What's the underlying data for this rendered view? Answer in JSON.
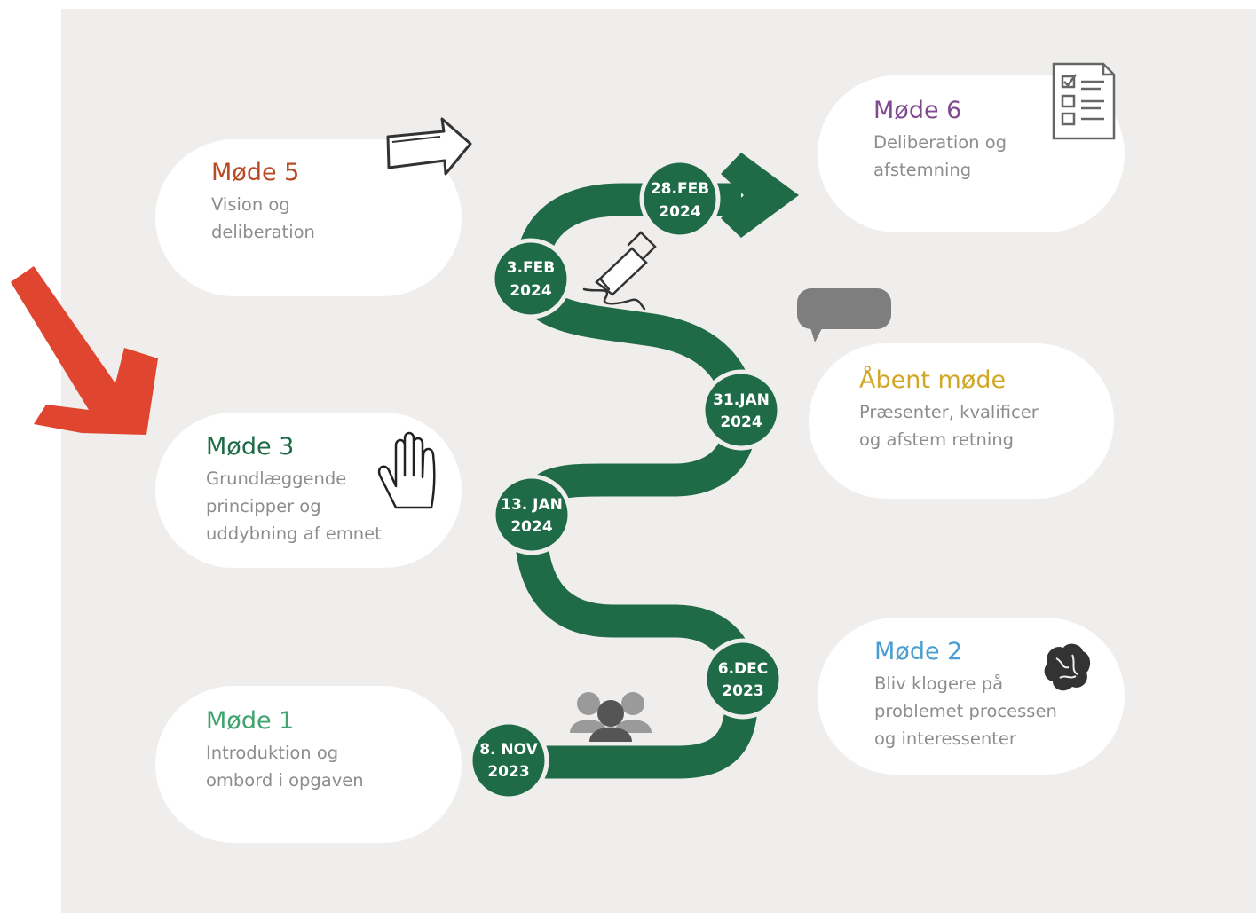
{
  "colors": {
    "path": "#1f6b47",
    "red_arrow": "#e0452f",
    "mode1": "#3fa46e",
    "mode2": "#4b9ed1",
    "mode3": "#1f6b47",
    "open": "#d2a726",
    "mode5": "#b84a26",
    "mode6": "#7f4b8e"
  },
  "meetings": {
    "mode1": {
      "title": "Møde 1",
      "lines": [
        "Introduktion og",
        "ombord i opgaven"
      ],
      "icon": "people-icon"
    },
    "mode2": {
      "title": "Møde 2",
      "lines": [
        "Bliv klogere på",
        "problemet processen",
        "og interessenter"
      ],
      "icon": "brain-icon"
    },
    "mode3": {
      "title": "Møde 3",
      "lines": [
        "Grundlæggende",
        "principper og",
        "uddybning af emnet"
      ],
      "icon": "raised-hand-icon"
    },
    "open": {
      "title": "Åbent møde",
      "lines": [
        "Præsenter, kvalificer",
        "og afstem retning"
      ],
      "icon": "speech-bubble-icon"
    },
    "mode5": {
      "title": "Møde 5",
      "lines": [
        "Vision og",
        "deliberation"
      ],
      "icon": "arrow-sketch-icon"
    },
    "mode6": {
      "title": "Møde 6",
      "lines": [
        "Deliberation og",
        "afstemning"
      ],
      "icon": "checklist-icon"
    }
  },
  "dates": {
    "d1": {
      "line1": "8. NOV",
      "line2": "2023"
    },
    "d2": {
      "line1": "6.DEC",
      "line2": "2023"
    },
    "d3": {
      "line1": "13. JAN",
      "line2": "2024"
    },
    "d4": {
      "line1": "31.JAN",
      "line2": "2024"
    },
    "d5": {
      "line1": "3.FEB",
      "line2": "2024"
    },
    "d6": {
      "line1": "28.FEB",
      "line2": "2024"
    }
  }
}
